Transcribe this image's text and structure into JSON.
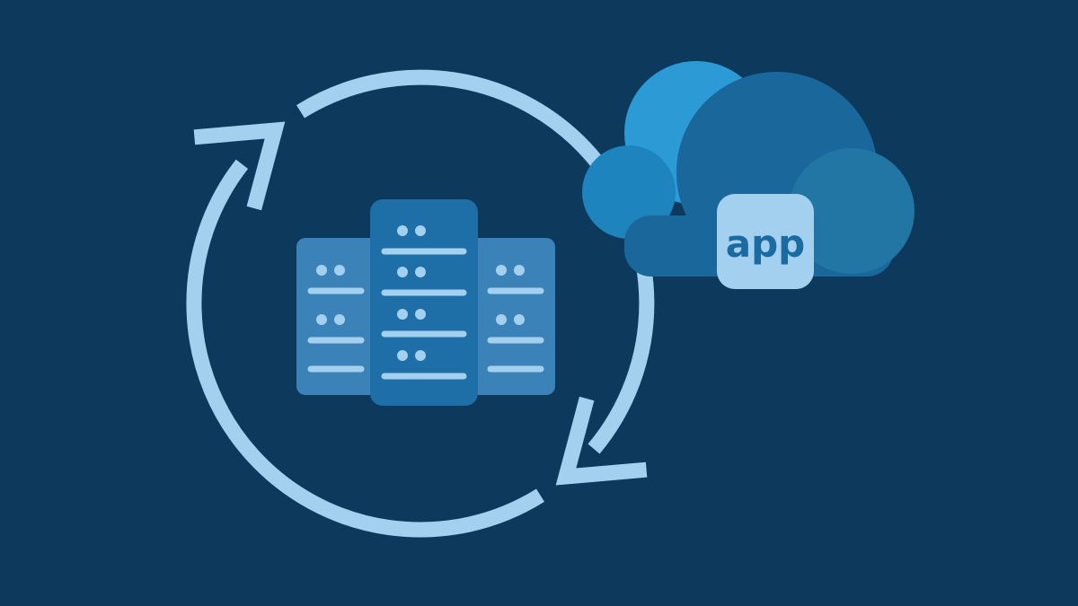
{
  "illustration": {
    "app_label": "app",
    "icons": [
      {
        "name": "sync-cycle-icon",
        "shape": "two light-blue circular arcs with chevron arrowheads (clockwise cycle)"
      },
      {
        "name": "server-rack-icon",
        "shape": "three rounded-rectangle server towers with slot lines and led dots"
      },
      {
        "name": "cloud-icon",
        "shape": "cloud built from overlapping blue circles with flat bottom"
      },
      {
        "name": "app-badge",
        "shape": "light-blue rounded square label on the cloud"
      }
    ]
  },
  "colors": {
    "background": "#0D3A5C",
    "accent": "#A4D0F0",
    "server-side": "#3A82B8",
    "server-middle": "#1E6FA8",
    "cloud-azure": "#2B9AD5",
    "cloud-left-bump": "#1E84BE",
    "cloud-main": "#19679B",
    "cloud-right-bump": "#2176A4",
    "app-text": "#1B6AA0"
  }
}
